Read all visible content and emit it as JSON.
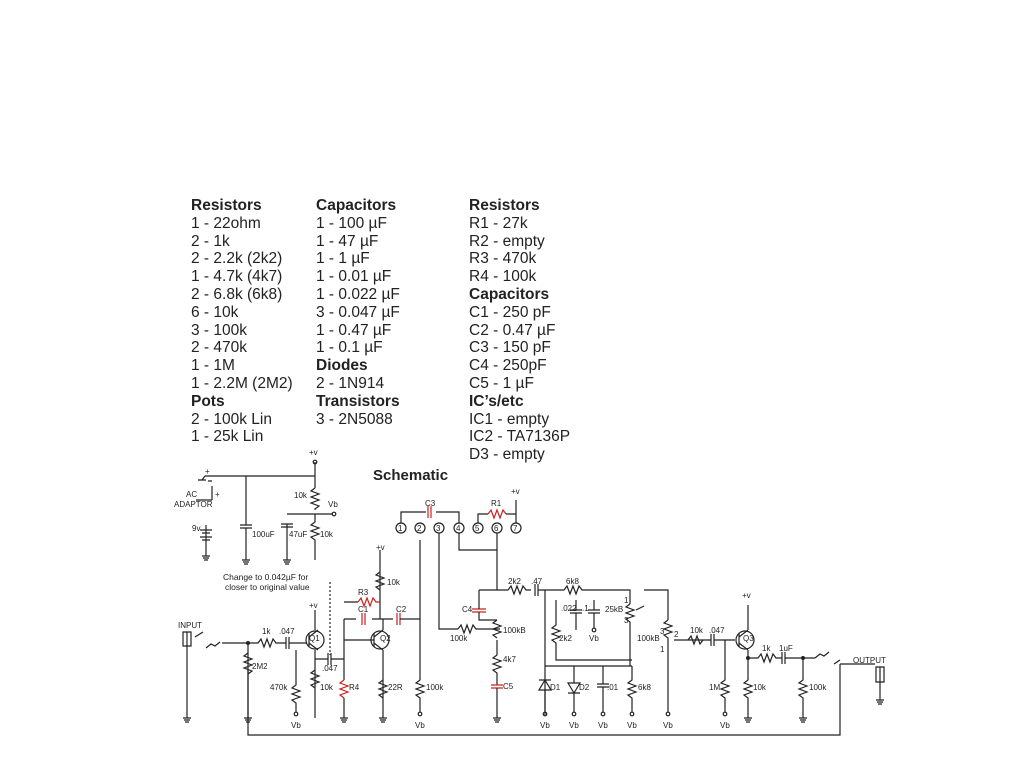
{
  "bom": {
    "col1": [
      {
        "text": "Resistors",
        "heading": true
      },
      {
        "text": "1 - 22ohm"
      },
      {
        "text": "2 - 1k"
      },
      {
        "text": "2 - 2.2k (2k2)"
      },
      {
        "text": "1 - 4.7k (4k7)"
      },
      {
        "text": "2 - 6.8k (6k8)"
      },
      {
        "text": "6 - 10k"
      },
      {
        "text": "3 - 100k"
      },
      {
        "text": "2 - 470k"
      },
      {
        "text": "1 - 1M"
      },
      {
        "text": "1 - 2.2M (2M2)"
      },
      {
        "text": "Pots",
        "heading": true
      },
      {
        "text": "2 - 100k Lin"
      },
      {
        "text": "1 - 25k Lin"
      }
    ],
    "col2": [
      {
        "text": "Capacitors",
        "heading": true
      },
      {
        "text": "1 - 100 µF"
      },
      {
        "text": "1 - 47 µF"
      },
      {
        "text": "1 - 1 µF"
      },
      {
        "text": "1 - 0.01 µF"
      },
      {
        "text": "1 - 0.022 µF"
      },
      {
        "text": "3 - 0.047 µF"
      },
      {
        "text": "1 - 0.47 µF"
      },
      {
        "text": "1 - 0.1 µF"
      },
      {
        "text": "Diodes",
        "heading": true
      },
      {
        "text": "2 - 1N914"
      },
      {
        "text": "Transistors",
        "heading": true
      },
      {
        "text": "3 - 2N5088"
      }
    ],
    "col3": [
      {
        "text": "Resistors",
        "heading": true
      },
      {
        "text": "R1 - 27k"
      },
      {
        "text": "R2 - empty"
      },
      {
        "text": "R3 - 470k"
      },
      {
        "text": "R4 - 100k"
      },
      {
        "text": "Capacitors",
        "heading": true
      },
      {
        "text": "C1 - 250 pF"
      },
      {
        "text": "C2 - 0.47 µF"
      },
      {
        "text": "C3 - 150 pF"
      },
      {
        "text": "C4 - 250pF"
      },
      {
        "text": "C5 - 1 µF"
      },
      {
        "text": "IC’s/etc",
        "heading": true
      },
      {
        "text": "IC1 - empty"
      },
      {
        "text": "IC2 - TA7136P"
      },
      {
        "text": "D3 - empty"
      }
    ]
  },
  "schematic": {
    "title": "Schematic",
    "note_line1": "Change to 0.042µF for",
    "note_line2": "closer to original value",
    "labels": {
      "ac_adaptor_1": "AC",
      "ac_adaptor_2": "ADAPTOR",
      "plus": "+",
      "battery": "9v",
      "vplus": "+v",
      "vb": "Vb",
      "c100uf": "100uF",
      "c47uf": "47uF",
      "r10k": "10k",
      "input": "INPUT",
      "output": "OUTPUT",
      "r1k": "1k",
      "c047": ".047",
      "r2m2": "2M2",
      "r470k": "470k",
      "q1": "Q1",
      "q2": "Q2",
      "q3": "Q3",
      "r3": "R3",
      "r4": "R4",
      "c1": "C1",
      "c2": "C2",
      "c3": "C3",
      "c4": "C4",
      "c5": "C5",
      "r1": "R1",
      "r22": "22R",
      "r100k": "100k",
      "pin1": "1",
      "pin2": "2",
      "pin3": "3",
      "pin4": "4",
      "pin5": "5",
      "pin6": "6",
      "pin7": "7",
      "r2k2": "2k2",
      "c47": ".47",
      "r6k8": "6k8",
      "c022": ".022",
      "c1dot": ".1",
      "pot25kb": "25kB",
      "pot100kb": "100kB",
      "r4k7": "4k7",
      "d1": "D1",
      "d2": "D2",
      "c01": ".01",
      "r1m": "1M",
      "c1uf": "1uF",
      "w1": "1",
      "w2": "2",
      "w3": "3"
    }
  },
  "colors": {
    "ink": "#222222",
    "highlight_red": "#cc2222"
  }
}
